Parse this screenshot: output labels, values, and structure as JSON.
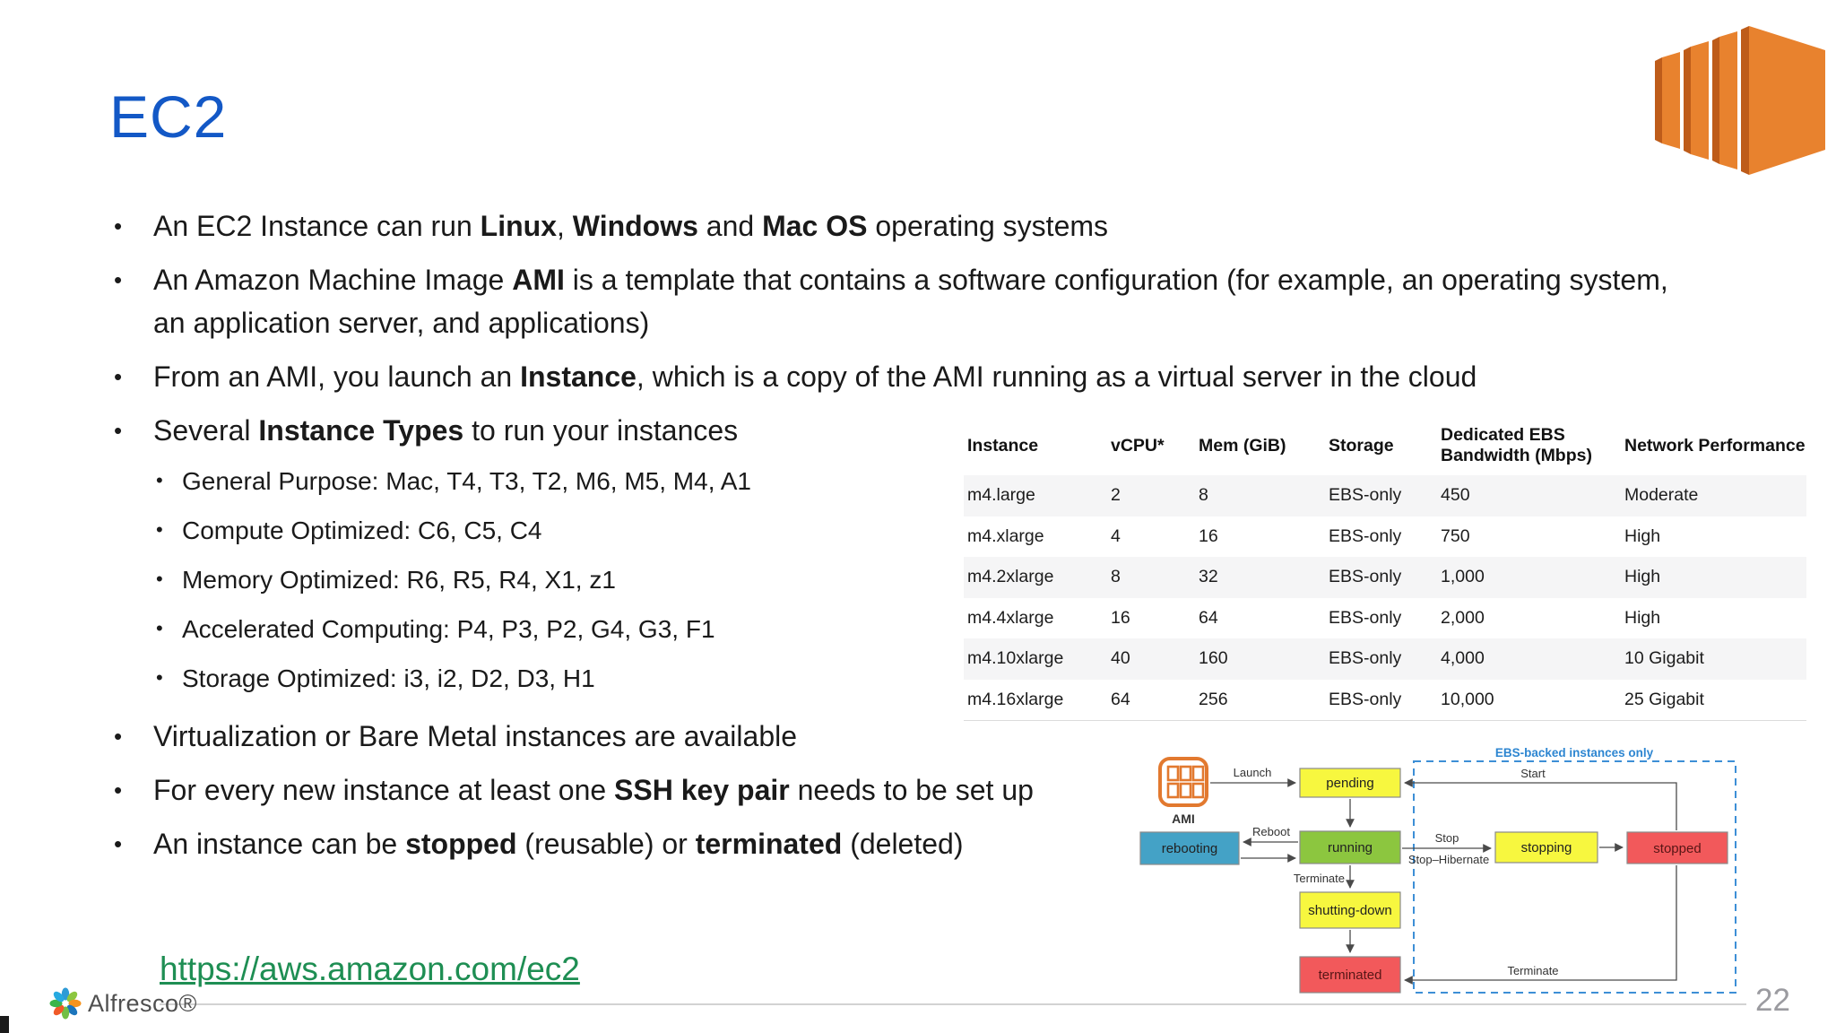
{
  "slide": {
    "title": "EC2",
    "page_number": "22",
    "link_text": "https://aws.amazon.com/ec2",
    "brand": "Alfresco®"
  },
  "colors": {
    "title_blue": "#1358c6",
    "link_green": "#1e8e53",
    "aws_orange": "#e8822e",
    "aws_orange_dark": "#be5c1a",
    "diagram_blue": "#2e86d1",
    "yellow_state": "#f7f73f",
    "green_state": "#8cc63f",
    "blue_state": "#44a2c6",
    "red_state": "#f2595b"
  },
  "bullets": {
    "b1": {
      "runs": [
        {
          "t": "An EC2 Instance can run "
        },
        {
          "t": "Linux",
          "b": 1
        },
        {
          "t": ", "
        },
        {
          "t": "Windows",
          "b": 1
        },
        {
          "t": " and "
        },
        {
          "t": "Mac OS",
          "b": 1
        },
        {
          "t": " operating systems"
        }
      ]
    },
    "b2": {
      "runs": [
        {
          "t": "An Amazon Machine Image "
        },
        {
          "t": "AMI",
          "b": 1
        },
        {
          "t": " is a template that contains a software configuration (for example, an operating system, an application server, and applications)"
        }
      ]
    },
    "b3": {
      "runs": [
        {
          "t": "From an AMI, you launch an "
        },
        {
          "t": "Instance",
          "b": 1
        },
        {
          "t": ", which is a copy of the AMI running as a virtual server in the cloud"
        }
      ]
    },
    "b4": {
      "runs": [
        {
          "t": "Several "
        },
        {
          "t": "Instance Types",
          "b": 1
        },
        {
          "t": " to run your instances"
        }
      ]
    },
    "sub": [
      "General Purpose: Mac, T4, T3, T2, M6, M5, M4, A1",
      "Compute Optimized: C6, C5, C4",
      "Memory Optimized: R6, R5, R4, X1, z1",
      "Accelerated Computing: P4, P3, P2, G4, G3, F1",
      "Storage Optimized: i3, i2, D2, D3, H1"
    ],
    "b5": {
      "runs": [
        {
          "t": "Virtualization or Bare Metal instances are available"
        }
      ]
    },
    "b6": {
      "runs": [
        {
          "t": "For every new instance at least one "
        },
        {
          "t": "SSH key pair",
          "b": 1
        },
        {
          "t": " needs to be set up"
        }
      ]
    },
    "b7": {
      "runs": [
        {
          "t": "An instance can be "
        },
        {
          "t": "stopped",
          "b": 1
        },
        {
          "t": " (reusable) or "
        },
        {
          "t": "terminated",
          "b": 1
        },
        {
          "t": " (deleted)"
        }
      ]
    }
  },
  "table": {
    "columns": [
      "Instance",
      "vCPU*",
      "Mem (GiB)",
      "Storage",
      "Dedicated EBS Bandwidth (Mbps)",
      "Network Performance"
    ],
    "rows": [
      [
        "m4.large",
        "2",
        "8",
        "EBS-only",
        "450",
        "Moderate"
      ],
      [
        "m4.xlarge",
        "4",
        "16",
        "EBS-only",
        "750",
        "High"
      ],
      [
        "m4.2xlarge",
        "8",
        "32",
        "EBS-only",
        "1,000",
        "High"
      ],
      [
        "m4.4xlarge",
        "16",
        "64",
        "EBS-only",
        "2,000",
        "High"
      ],
      [
        "m4.10xlarge",
        "40",
        "160",
        "EBS-only",
        "4,000",
        "10 Gigabit"
      ],
      [
        "m4.16xlarge",
        "64",
        "256",
        "EBS-only",
        "10,000",
        "25 Gigabit"
      ]
    ]
  },
  "diagram": {
    "caption": "EBS-backed instances only",
    "ami_label": "AMI",
    "nodes": {
      "pending": {
        "label": "pending",
        "color": "#f7f73f"
      },
      "running": {
        "label": "running",
        "color": "#8cc63f"
      },
      "rebooting": {
        "label": "rebooting",
        "color": "#44a2c6"
      },
      "stopping": {
        "label": "stopping",
        "color": "#f7f73f"
      },
      "stopped": {
        "label": "stopped",
        "color": "#f2595b"
      },
      "shutting_down": {
        "label": "shutting-down",
        "color": "#f7f73f"
      },
      "terminated": {
        "label": "terminated",
        "color": "#f2595b"
      }
    },
    "edges": {
      "launch": "Launch",
      "reboot": "Reboot",
      "start": "Start",
      "stop": "Stop",
      "stop_hibernate": "Stop–Hibernate",
      "terminate_run": "Terminate",
      "terminate_stopped": "Terminate"
    }
  }
}
